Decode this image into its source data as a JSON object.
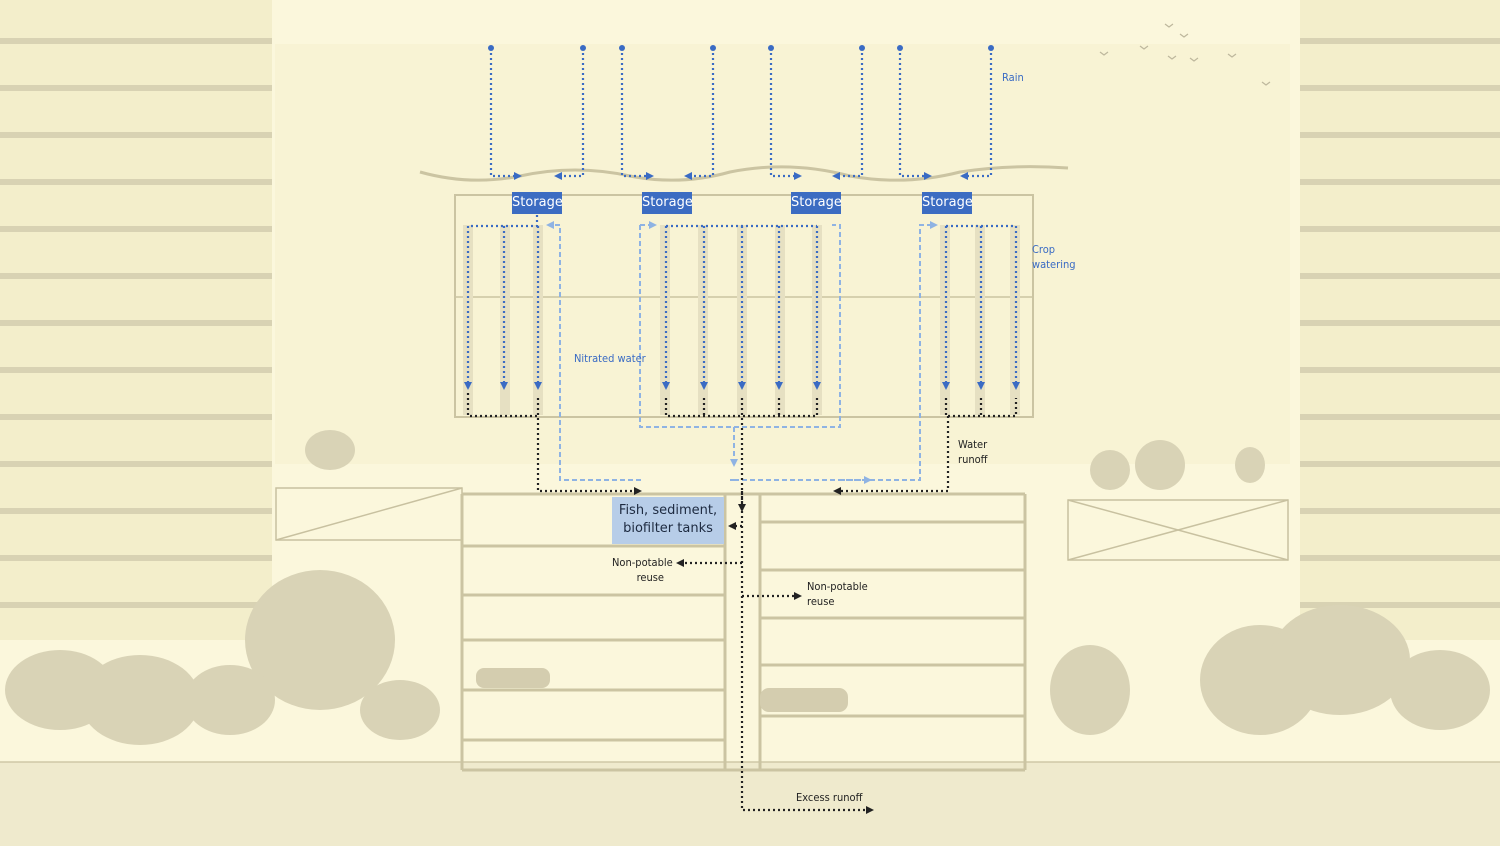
{
  "labels": {
    "rain": "Rain",
    "storage": "Storage",
    "crop_watering": "Crop\nwatering",
    "nitrated_water": "Nitrated water",
    "water_runoff": "Water\nrunoff",
    "fish_tanks": "Fish, sediment,\nbiofilter tanks",
    "non_potable_left": "Non-potable\nreuse",
    "non_potable_right": "Non-potable\nreuse",
    "excess_runoff": "Excess runoff"
  },
  "colors": {
    "background": "#fbf7dc",
    "building": "#dcd6b8",
    "flow_blue": "#3a6bc4",
    "flow_light_blue": "#8fb3e3",
    "flow_dark": "#222222",
    "tank_fill": "#b7cde8",
    "storage_fill": "#3c6cc2"
  }
}
